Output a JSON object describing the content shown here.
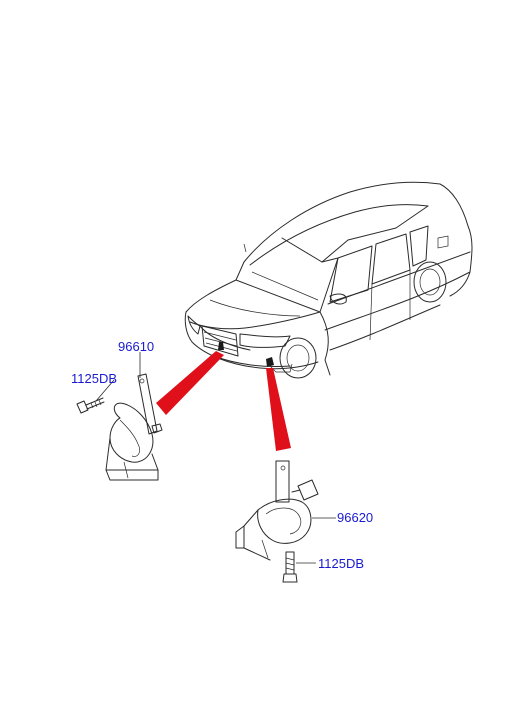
{
  "parts": {
    "horn_low": "96610",
    "bolt_left": "1125DB",
    "horn_high": "96620",
    "bolt_right": "1125DB"
  },
  "colors": {
    "callout_text": "#1a1ad0",
    "pointer": "#e0101a",
    "linework": "#2b2b2b"
  }
}
